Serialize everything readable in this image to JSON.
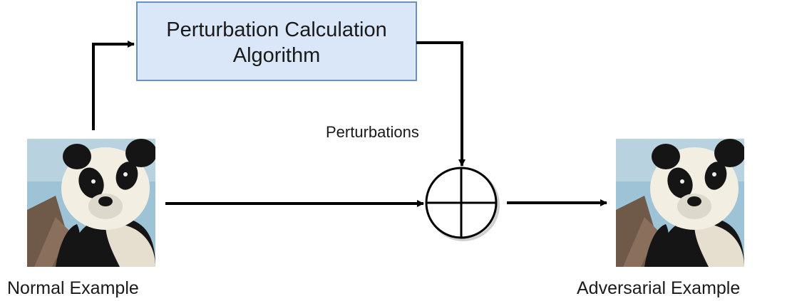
{
  "algorithm_box": {
    "line1": "Perturbation Calculation",
    "line2": "Algorithm",
    "fill": "#d9e7f8",
    "stroke": "#6b8fbf"
  },
  "edge_label": "Perturbations",
  "input": {
    "caption": "Normal Example",
    "image": "panda-photo"
  },
  "output": {
    "caption": "Adversarial Example",
    "image": "panda-photo"
  },
  "operator": {
    "icon": "circled-plus-icon",
    "meaning": "add"
  },
  "colors": {
    "line": "#000000",
    "panda_white": "#f2eee2",
    "panda_black": "#151515",
    "sky": "#9fc3d6"
  }
}
